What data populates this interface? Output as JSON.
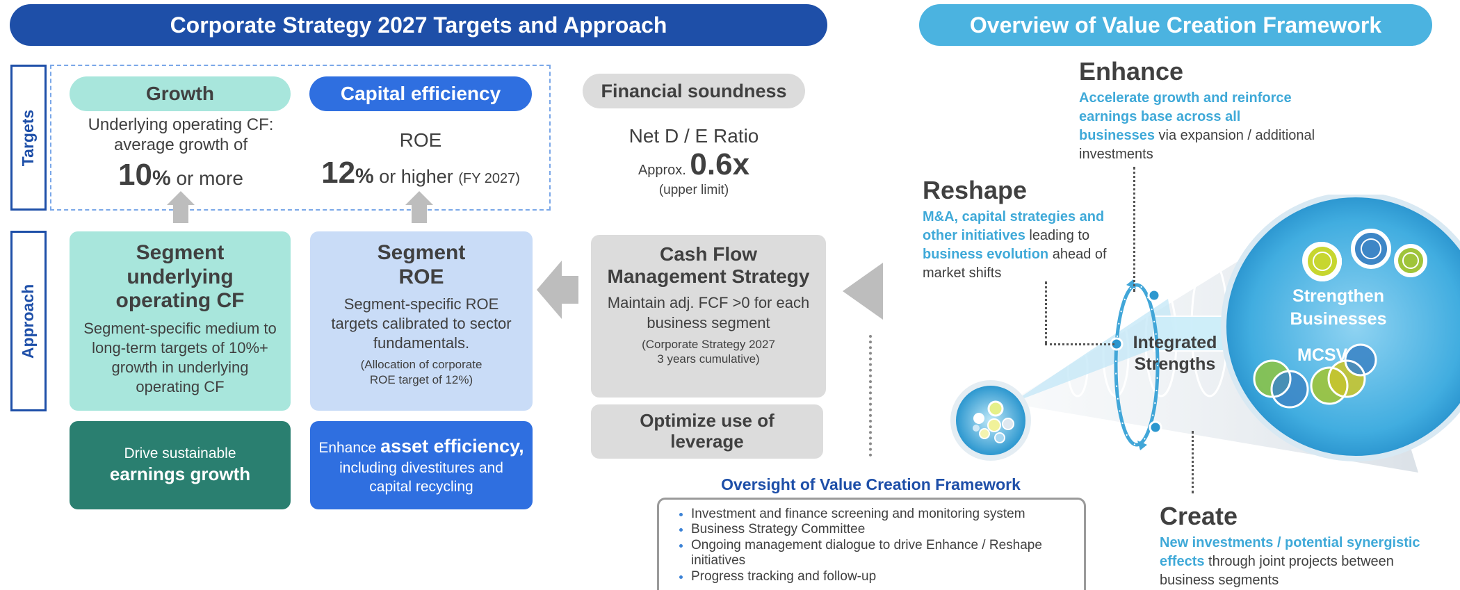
{
  "left": {
    "banner": "Corporate Strategy 2027 Targets and Approach",
    "side_labels": {
      "targets": "Targets",
      "approach": "Approach"
    },
    "growth": {
      "pill": "Growth",
      "line1": "Underlying operating CF:",
      "line2": "average growth of",
      "value": "10",
      "pct": "%",
      "suffix": " or more"
    },
    "capital": {
      "pill": "Capital efficiency",
      "metric": "ROE",
      "value": "12",
      "pct": "%",
      "suffix": " or higher ",
      "note": "(FY 2027)"
    },
    "financial": {
      "pill": "Financial soundness",
      "metric": "Net D / E Ratio",
      "approx": "Approx. ",
      "value": "0.6x",
      "note": "(upper limit)"
    },
    "segment_cf": {
      "title": "Segment underlying operating CF",
      "text": "Segment-specific medium to long-term targets of 10%+ growth in underlying operating CF"
    },
    "segment_roe": {
      "title_line1": "Segment",
      "title_line2": "ROE",
      "text": "Segment-specific ROE targets calibrated to sector fundamentals.",
      "note_line1": "(Allocation of corporate",
      "note_line2": "ROE target of 12%)"
    },
    "cash_flow": {
      "title": "Cash Flow Management Strategy",
      "text": "Maintain adj. FCF >0  for each business segment",
      "note_line1": "(Corporate Strategy 2027",
      "note_line2": "3 years cumulative)"
    },
    "leverage": {
      "title": "Optimize use of leverage"
    },
    "drive": {
      "line1": "Drive sustainable",
      "line2": "earnings growth"
    },
    "enhance_asset": {
      "pre": "Enhance ",
      "bold": "asset efficiency,",
      "rest": "including divestitures and capital recycling"
    },
    "oversight": {
      "title": "Oversight of Value Creation Framework",
      "items": [
        "Investment and finance screening and monitoring system",
        "Business Strategy Committee",
        "Ongoing management dialogue to drive Enhance / Reshape initiatives",
        "Progress tracking and follow-up"
      ]
    }
  },
  "right": {
    "banner": "Overview of Value Creation Framework",
    "enhance": {
      "title": "Enhance",
      "highlight": "Accelerate growth and reinforce earnings base across all businesses",
      "rest": " via expansion / additional investments"
    },
    "reshape": {
      "title": "Reshape",
      "highlight1": "M&A, capital strategies and other initiatives",
      "mid": " leading to ",
      "highlight2": "business evolution",
      "rest": " ahead of market shifts"
    },
    "create": {
      "title": "Create",
      "highlight": "New investments / potential synergistic effects",
      "rest": " through joint projects between business segments"
    },
    "integrated": {
      "line1": "Integrated",
      "line2": "Strengths"
    },
    "strengthen": {
      "line1": "Strengthen",
      "line2": "Businesses"
    },
    "mcsv": "MCSV"
  },
  "colors": {
    "navy": "#1e4fa8",
    "sky": "#4bb3e0",
    "mint": "#a8e6dc",
    "blue_pill": "#2f6fe0",
    "teal_dark": "#2a7f70",
    "light_blue_box": "#c9dcf7",
    "grey_box": "#dcdcdc",
    "highlight_text": "#3fa9d8"
  }
}
